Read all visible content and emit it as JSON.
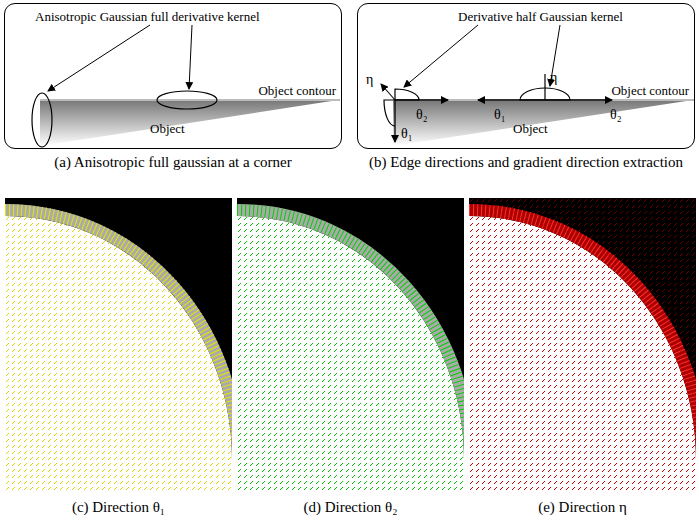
{
  "diagram": {
    "nodes": [
      {
        "text": [
          "Anisotropic Gaussian full derivative kernel",
          "Object contour",
          "Object"
        ]
      },
      {
        "text": [
          "Derivative half Gaussian kernel",
          "η",
          "η",
          "θ₂",
          "θ₁",
          "θ₁",
          "θ₂",
          "Object contour",
          "Object"
        ]
      }
    ],
    "labels": [
      "(a) Anisotropic full gaussian at a corner",
      "(b) Edge directions and gradient direction extraction",
      "(c) Direction θ₁",
      "(d) Direction θ₂",
      "(e) Direction η"
    ]
  }
}
